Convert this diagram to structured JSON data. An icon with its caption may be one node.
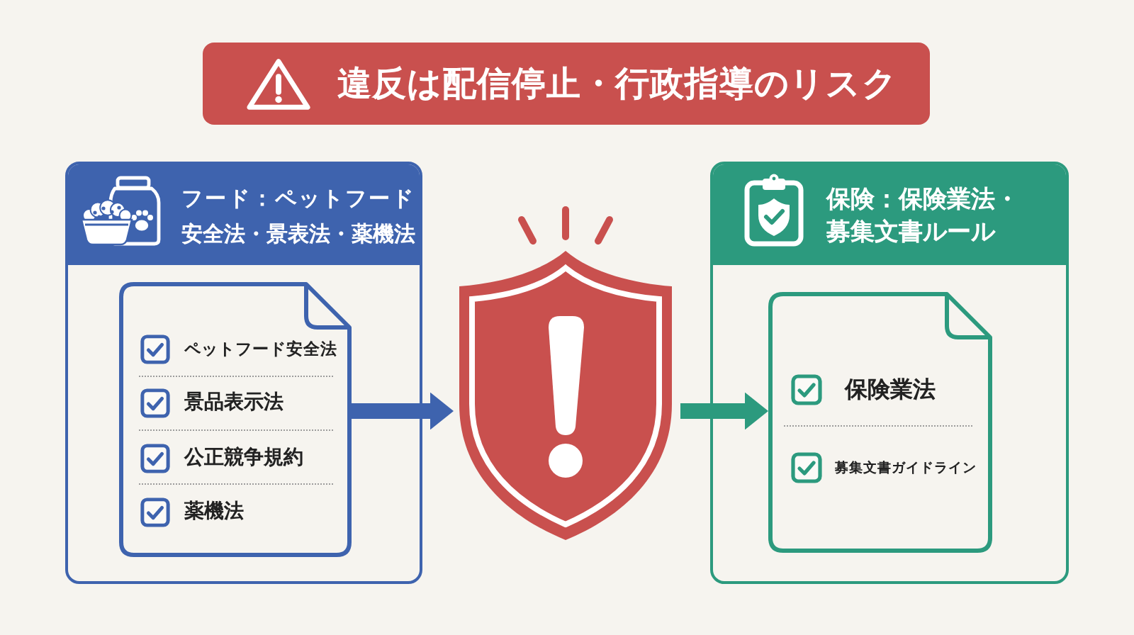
{
  "diagram": {
    "title": "違反は配信停止・行政指導のリスク",
    "nodes": [
      {
        "text": [
          "フード：ペットフード安全法・景表法・薬機法"
        ]
      },
      {
        "text": [
          "ペットフード安全法",
          "景品表示法",
          "公正競争規約",
          "薬機法"
        ],
        "in": 0
      },
      {
        "text": [],
        "shape": "shield"
      },
      {
        "text": [
          "保険：保険業法・募集文書ルール"
        ]
      },
      {
        "text": [
          "保険業法",
          "募集文書ガイドライン"
        ],
        "in": 3
      }
    ],
    "edges": [
      {
        "from": 1,
        "to": 2,
        "arrow": "to",
        "color": "#3e63ae"
      },
      {
        "from": 2,
        "to": 4,
        "arrow": "to",
        "color": "#2c9a7e"
      }
    ]
  }
}
